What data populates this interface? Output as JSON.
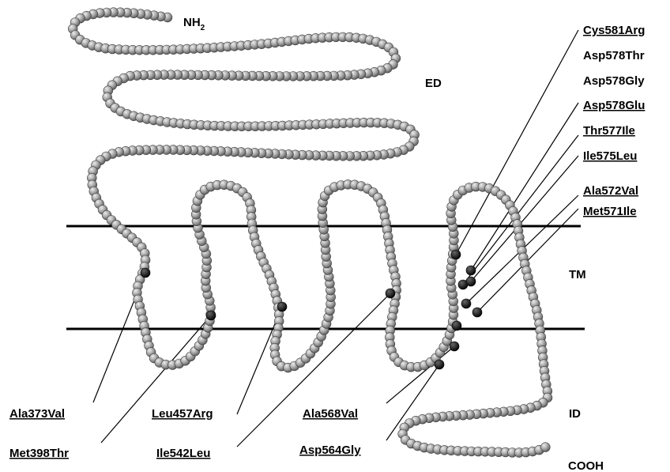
{
  "terminal_labels": {
    "n_terminus": "NH",
    "n_terminus_sub": "2",
    "c_terminus": "COOH"
  },
  "region_labels": {
    "extracellular": "ED",
    "transmembrane": "TM",
    "intracellular": "ID"
  },
  "mutations": [
    {
      "label": "Cys581Arg",
      "underlined": true
    },
    {
      "label": "Asp578Thr",
      "underlined": false
    },
    {
      "label": "Asp578Gly",
      "underlined": false
    },
    {
      "label": "Asp578Glu",
      "underlined": true
    },
    {
      "label": "Thr577Ile",
      "underlined": true
    },
    {
      "label": "Ile575Leu",
      "underlined": true
    },
    {
      "label": "Ala572Val",
      "underlined": true
    },
    {
      "label": "Met571Ile",
      "underlined": true
    },
    {
      "label": "Ala373Val",
      "underlined": true
    },
    {
      "label": "Met398Thr",
      "underlined": true
    },
    {
      "label": "Leu457Arg",
      "underlined": true
    },
    {
      "label": "Ile542Leu",
      "underlined": true
    },
    {
      "label": "Ala568Val",
      "underlined": true
    },
    {
      "label": "Asp564Gly",
      "underlined": true
    }
  ],
  "colors": {
    "residue": "#9a9a9a",
    "residue_highlight": "#ececec",
    "mutated_residue": "#111111",
    "membrane_line": "#000000",
    "leader_line": "#000000"
  }
}
